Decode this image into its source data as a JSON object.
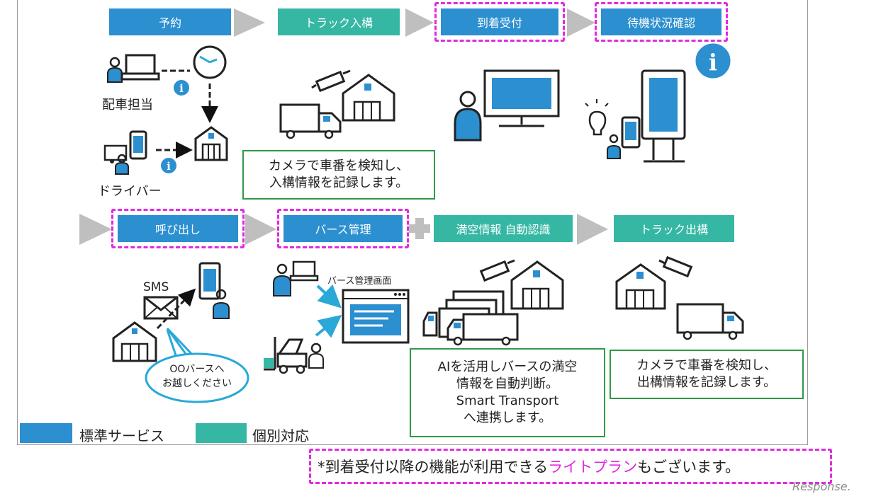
{
  "steps": {
    "s1": "予約",
    "s2": "トラック入構",
    "s3": "到着受付",
    "s4": "待機状況確認",
    "s5": "呼び出し",
    "s6": "バース管理",
    "s7": "満空情報 自動認識",
    "s8": "トラック出構"
  },
  "labels": {
    "dispatcher": "配車担当",
    "driver": "ドライバー",
    "sms": "SMS",
    "bubble_line1": "OOバースへ",
    "bubble_line2": "お越しください",
    "berth_screen": "バース管理画面"
  },
  "notes": {
    "entry": [
      "カメラで車番を検知し、",
      "入構情報を記録します。"
    ],
    "ai": [
      "AIを活用しバースの満空",
      "情報を自動判断。",
      "Smart Transport",
      "へ連携します。"
    ],
    "exit": [
      "カメラで車番を検知し、",
      "出構情報を記録します。"
    ]
  },
  "legend": {
    "standard": "標準サービス",
    "custom": "個別対応"
  },
  "footnote": {
    "prefix": "*到着受付以降の機能が利用できる",
    "highlight": "ライトプラン",
    "suffix": "もございます。"
  },
  "watermark": "Response.",
  "colors": {
    "standard": "#2c8fd0",
    "custom": "#36b7a4",
    "highlight_border": "#e02adf",
    "note_border": "#2f9a48"
  }
}
